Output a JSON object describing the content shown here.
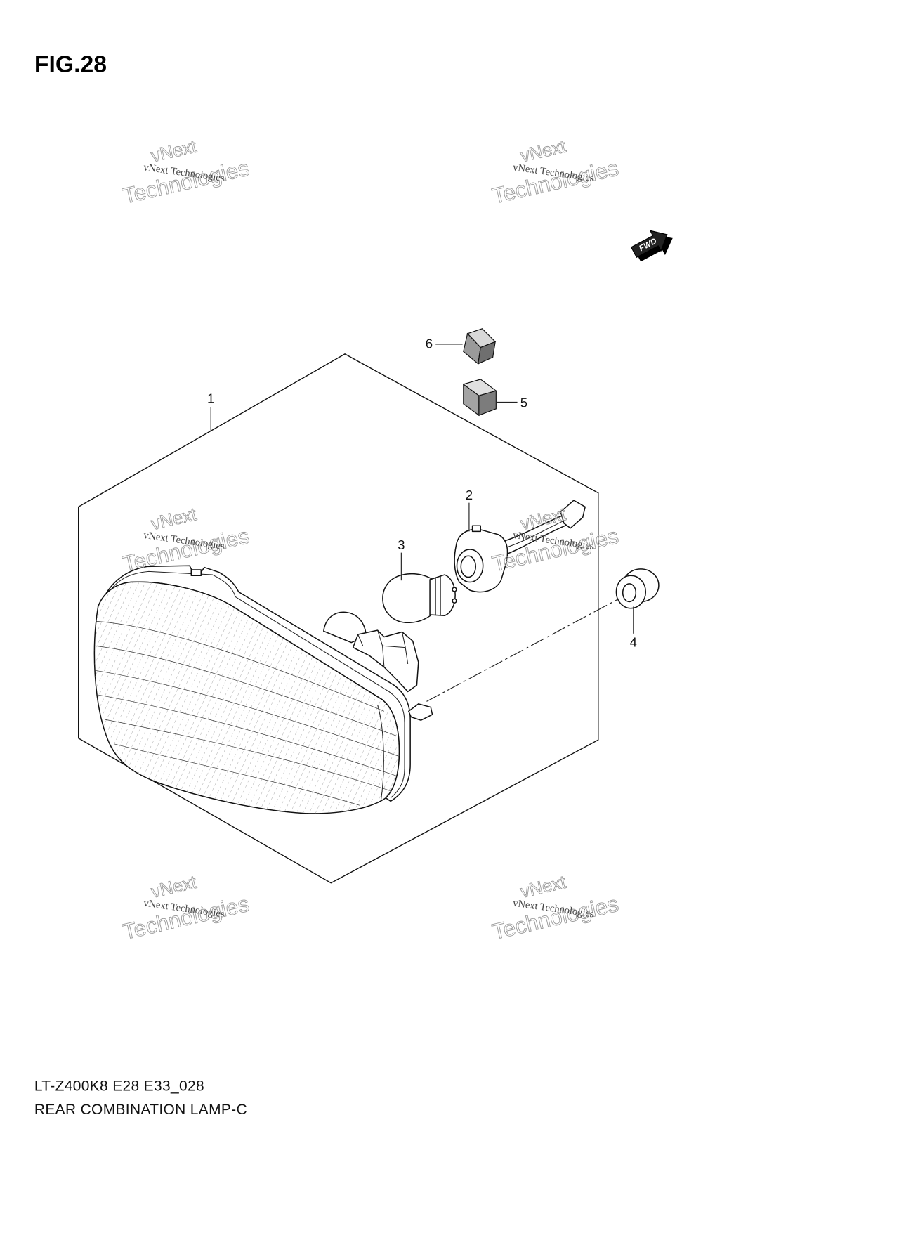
{
  "figure": {
    "title": "FIG.28"
  },
  "fwd_label": "FWD",
  "callouts": [
    "1",
    "2",
    "3",
    "4",
    "5",
    "6"
  ],
  "watermark": {
    "caption": "vNext Technologies",
    "logo_top": "vNext",
    "logo_bottom": "Technologies"
  },
  "footer": {
    "model_code": "LT-Z400K8 E28 E33_028",
    "title": "REAR COMBINATION LAMP-C"
  }
}
